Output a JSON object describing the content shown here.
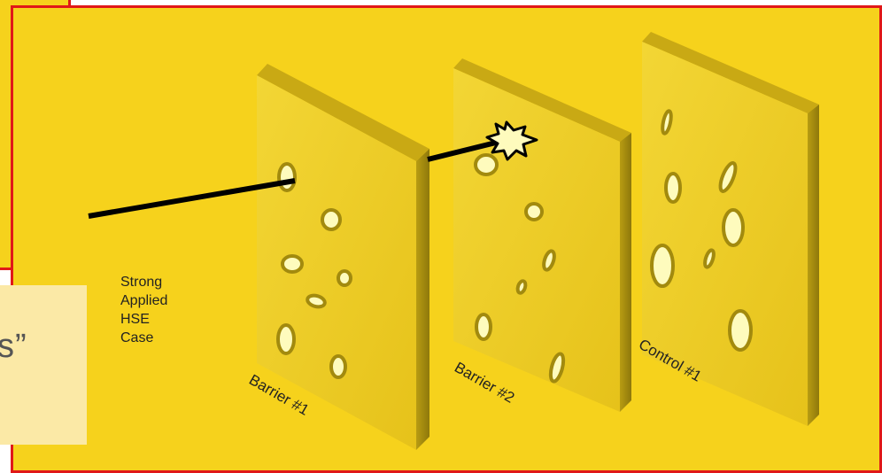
{
  "callout": {
    "text": "s”"
  },
  "case_label": {
    "lines": [
      "Strong",
      "Applied",
      "HSE",
      "Case"
    ]
  },
  "barriers": [
    {
      "label": "Barrier #1"
    },
    {
      "label": "Barrier #2"
    },
    {
      "label": "Control #1"
    }
  ],
  "colors": {
    "background": "#f6d21c",
    "border": "#e01818",
    "slab_front": "#efcc22",
    "slab_side": "#a28a0e",
    "slab_top": "#c9a914",
    "hole_fill": "#fefbbd",
    "hole_stroke": "#a28a0e",
    "callout_bg": "#fbe9a6"
  }
}
